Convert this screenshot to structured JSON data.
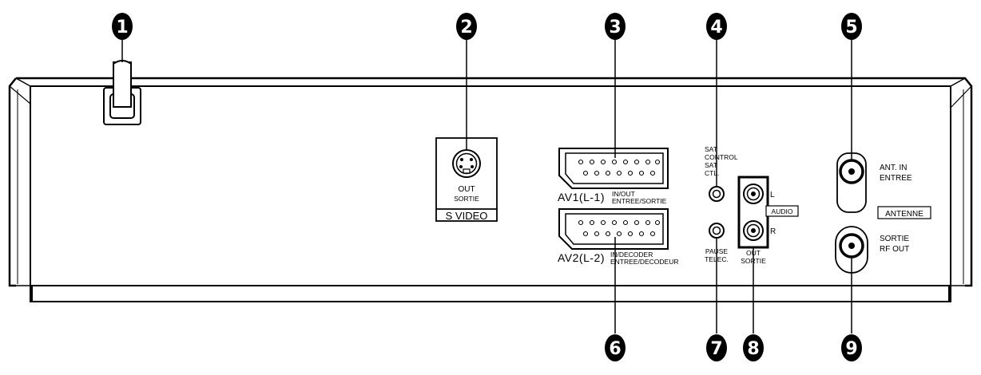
{
  "callouts": [
    "1",
    "2",
    "3",
    "4",
    "5",
    "6",
    "7",
    "8",
    "9"
  ],
  "s_video": {
    "out": "OUT",
    "sortie": "SORTIE",
    "title": "S VIDEO"
  },
  "av1": {
    "name": "AV1(L-1)",
    "line1": "IN/OUT",
    "line2": "ENTREE/SORTIE"
  },
  "av2": {
    "name": "AV2(L-2)",
    "line1": "IN/DECODER",
    "line2": "ENTREE/DECODEUR"
  },
  "sat_control": {
    "line1": "SAT",
    "line2": "CONTROL",
    "line3": "SAT",
    "line4": "CTL."
  },
  "pause": {
    "line1": "PAUSE",
    "line2": "TELEC."
  },
  "audio": {
    "l": "L",
    "title": "AUDIO",
    "r": "R",
    "out": "OUT",
    "sortie": "SORTIE"
  },
  "antenna": {
    "in_line1": "ANT. IN",
    "in_line2": "ENTREE",
    "box": "ANTENNE",
    "out_line1": "SORTIE",
    "out_line2": "RF OUT"
  }
}
